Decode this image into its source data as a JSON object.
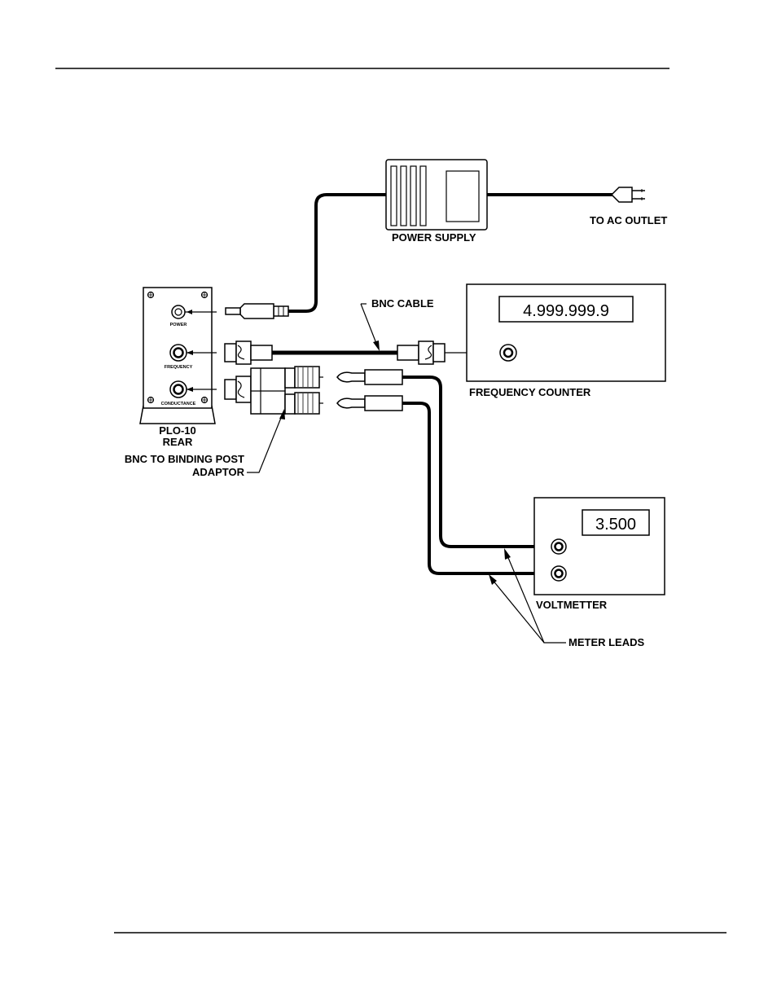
{
  "labels": {
    "power_supply": "POWER SUPPLY",
    "to_ac_outlet": "TO AC OUTLET",
    "bnc_cable": "BNC CABLE",
    "frequency_counter": "FREQUENCY COUNTER",
    "panel_name": "PLO-10",
    "panel_sub": "REAR",
    "adaptor_line1": "BNC TO BINDING POST",
    "adaptor_line2": "ADAPTOR",
    "voltmeter": "VOLTMETTER",
    "meter_leads": "METER LEADS",
    "port_power": "POWER",
    "port_frequency": "FREQUENCY",
    "port_conductance": "CONDUCTANCE"
  },
  "displays": {
    "frequency_counter_reading": "4.999.999.9",
    "voltmeter_reading": "3.500"
  }
}
